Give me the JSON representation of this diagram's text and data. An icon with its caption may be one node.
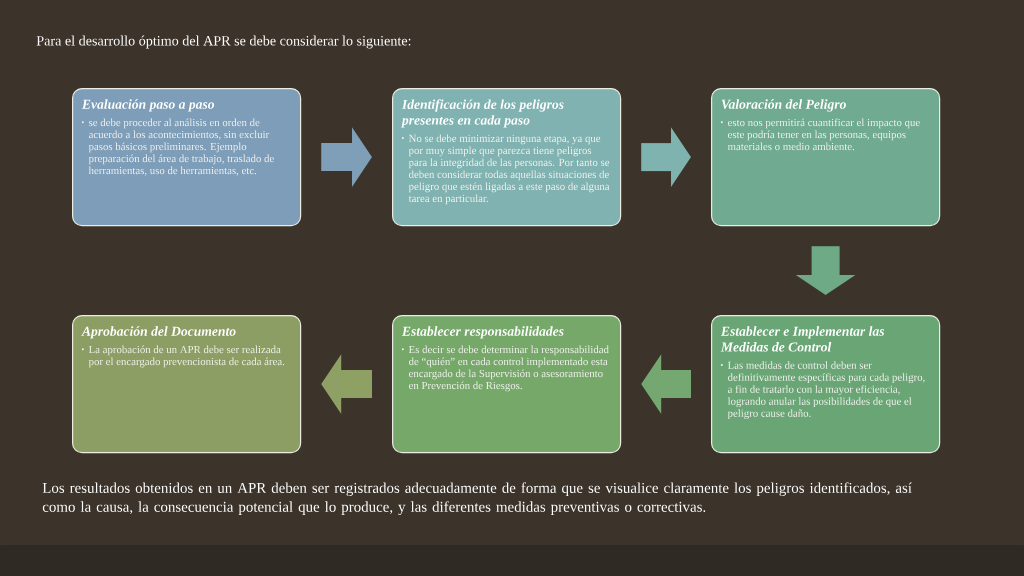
{
  "diagram": {
    "title": "Para el desarrollo óptimo del APR se debe considerar lo siguiente:",
    "caption": "Los resultados obtenidos en un APR deben ser registrados adecuadamente de forma que se visualice claramente los peligros identificados, así como la causa, la consecuencia potencial que lo produce, y las diferentes medidas preventivas o correctivas.",
    "nodes": [
      {
        "text": [
          "Evaluación paso a paso",
          "se debe proceder al análisis en orden de acuerdo a los acontecimientos, sin excluir pasos básicos preliminares. Ejemplo preparación del área de trabajo, traslado de herramientas, uso de herramientas, etc."
        ]
      },
      {
        "text": [
          "Identificación de los peligros presentes en cada paso",
          "No se debe minimizar ninguna etapa, ya que por muy simple que parezca tiene peligros para la integridad de las personas. Por tanto se deben considerar todas aquellas situaciones de peligro que estén ligadas a este paso de alguna tarea en particular."
        ]
      },
      {
        "text": [
          "Valoración del Peligro",
          "esto nos permitirá cuantificar el impacto que este podría tener en las personas, equipos materiales o medio ambiente."
        ]
      },
      {
        "text": [
          "Aprobación del Documento",
          "La aprobación de un APR debe ser realizada por el encargado prevencionista de cada área."
        ]
      },
      {
        "text": [
          "Establecer responsabilidades",
          "Es decir se debe determinar la responsabilidad de “quién” en cada control implementado esta encargado de la Supervisión o asesoramiento en Prevención de Riesgos."
        ]
      },
      {
        "text": [
          "Establecer e Implementar las Medidas de Control",
          "Las medidas de control deben ser definitivamente específicas para cada peligro, a fin de tratarlo con la mayor eficiencia, logrando anular las posibilidades de que el peligro cause daño."
        ]
      }
    ],
    "edges": [
      {
        "from": 0,
        "to": 1,
        "arrow": "to",
        "color": "#7f9fb9"
      },
      {
        "from": 1,
        "to": 2,
        "arrow": "to",
        "color": "#7fb3b0"
      },
      {
        "from": 2,
        "to": 5,
        "arrow": "to",
        "color": "#6faa87"
      },
      {
        "from": 5,
        "to": 4,
        "arrow": "to",
        "color": "#74a870"
      },
      {
        "from": 4,
        "to": 3,
        "arrow": "to",
        "color": "#8ea063"
      }
    ]
  }
}
